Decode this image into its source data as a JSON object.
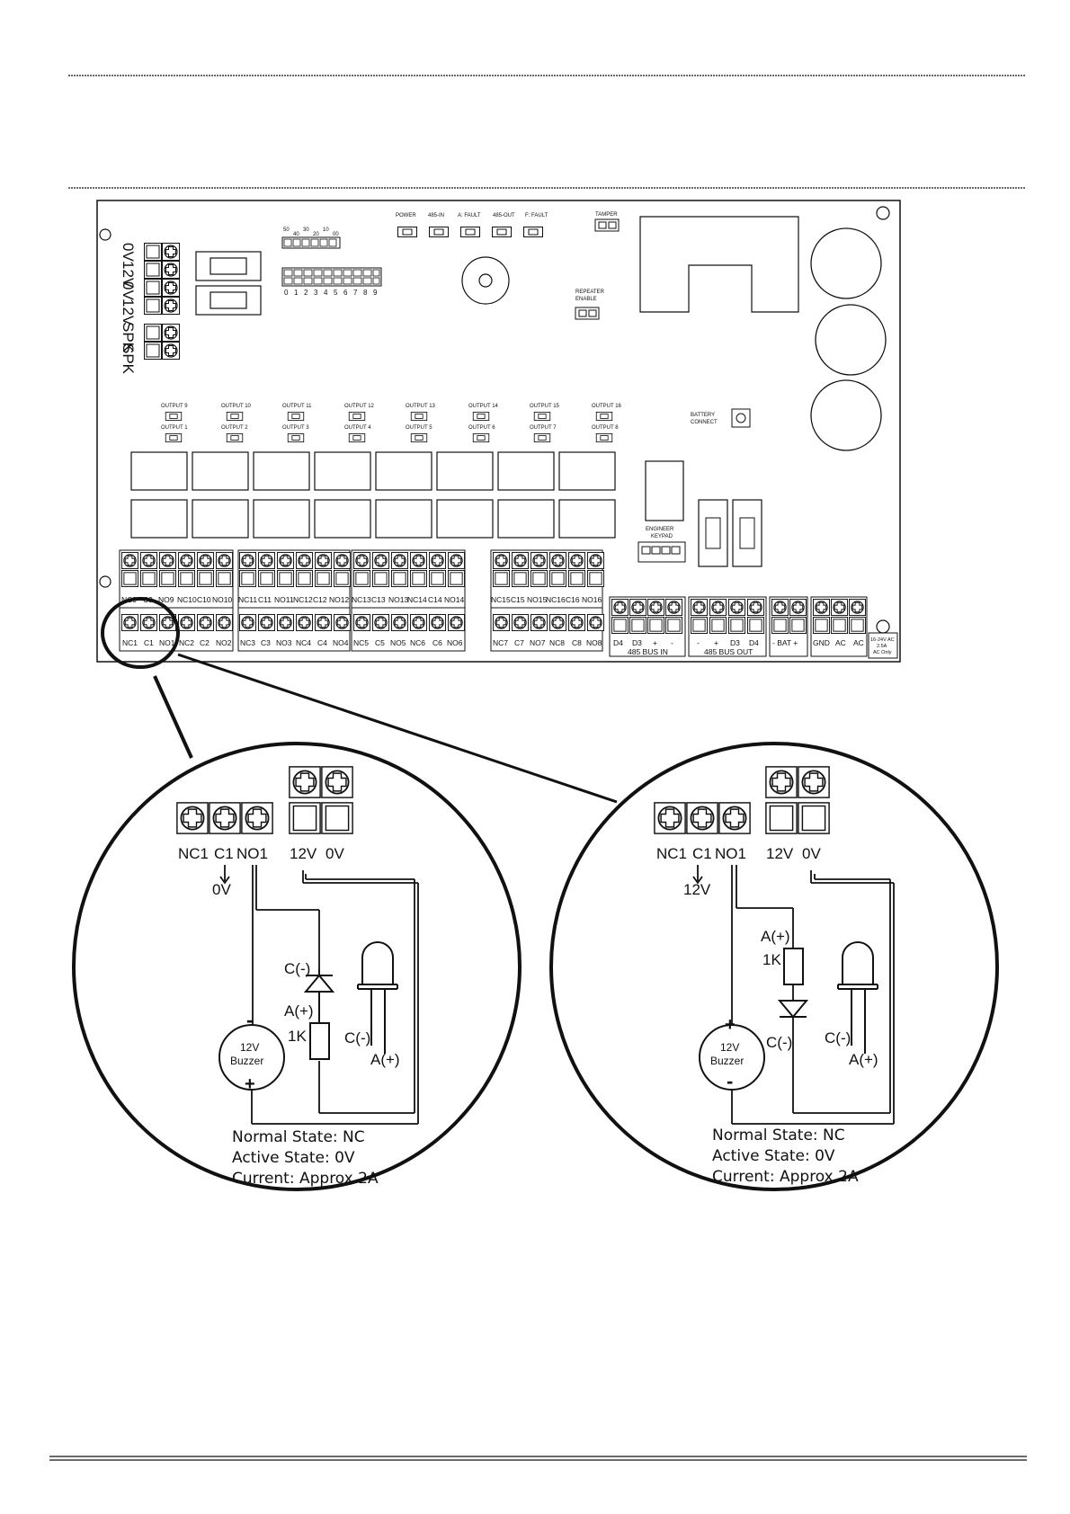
{
  "board": {
    "led_labels": [
      "POWER",
      "485-IN",
      "A: FAULT",
      "485-OUT",
      "F: FAULT"
    ],
    "tamper_label": "TAMPER",
    "repeater_lines": [
      "REPEATER",
      "ENABLE"
    ],
    "dip_top_labels": [
      "50",
      "40",
      "30",
      "20",
      "10",
      "00"
    ],
    "dip_bottom_labels": [
      "0",
      "1",
      "2",
      "3",
      "4",
      "5",
      "6",
      "7",
      "8",
      "9"
    ],
    "power_terminals": [
      "0V",
      "12V",
      "0V",
      "12V"
    ],
    "speaker_terminals": [
      "SPK",
      "SPK"
    ],
    "outputs_top": [
      "OUTPUT 9",
      "OUTPUT 10",
      "OUTPUT 11",
      "OUTPUT 12",
      "OUTPUT 13",
      "OUTPUT 14",
      "OUTPUT 15",
      "OUTPUT 16"
    ],
    "outputs_bottom": [
      "OUTPUT 1",
      "OUTPUT 2",
      "OUTPUT 3",
      "OUTPUT 4",
      "OUTPUT 5",
      "OUTPUT 6",
      "OUTPUT 7",
      "OUTPUT 8"
    ],
    "battery_lines": [
      "BATTERY",
      "CONNECT"
    ],
    "engineer_lines": [
      "ENGINEER",
      "KEYPAD"
    ],
    "upper_terminals": [
      [
        "NC9",
        "C9",
        "NO9",
        "NC10",
        "C10",
        "NO10"
      ],
      [
        "NC11",
        "C11",
        "NO11",
        "NC12",
        "C12",
        "NO12"
      ],
      [
        "NC13",
        "C13",
        "NO13",
        "NC14",
        "C14",
        "NO14"
      ],
      [
        "NC15",
        "C15",
        "NO15",
        "NC16",
        "C16",
        "NO16"
      ]
    ],
    "lower_terminals": [
      [
        "NC1",
        "C1",
        "NO1",
        "NC2",
        "C2",
        "NO2"
      ],
      [
        "NC3",
        "C3",
        "NO3",
        "NC4",
        "C4",
        "NO4"
      ],
      [
        "NC5",
        "C5",
        "NO5",
        "NC6",
        "C6",
        "NO6"
      ],
      [
        "NC7",
        "C7",
        "NO7",
        "NC8",
        "C8",
        "NO8"
      ]
    ],
    "bus_in_terminals": [
      "D4",
      "D3",
      "+",
      "-"
    ],
    "bus_in_label": "485 BUS IN",
    "bus_out_terminals": [
      "-",
      "+",
      "D3",
      "D4"
    ],
    "bus_out_label": "485 BUS OUT",
    "battery_terminals": "- BAT +",
    "ac_terminals": [
      "GND",
      "AC",
      "AC"
    ],
    "ac_note_lines": [
      "16-24V AC",
      "2.5A",
      "AC Only"
    ]
  },
  "left_circle": {
    "relay_terms": [
      "NC1",
      "C1",
      "NO1"
    ],
    "power_terms": [
      "12V",
      "0V"
    ],
    "c1_arrow_label": "0V",
    "diode_c": "C(-)",
    "diode_a": "A(+)",
    "resistor": "1K",
    "led_c": "C(-)",
    "led_a": "A(+)",
    "buzzer_lines": [
      "12V",
      "Buzzer"
    ],
    "buzzer_top_sign": "-",
    "buzzer_bottom_sign": "+",
    "notes": [
      "Normal State: NC",
      "Active State: 0V",
      "Current: Approx 2A"
    ]
  },
  "right_circle": {
    "relay_terms": [
      "NC1",
      "C1",
      "NO1"
    ],
    "power_terms": [
      "12V",
      "0V"
    ],
    "c1_arrow_label": "12V",
    "resistor_a": "A(+)",
    "resistor": "1K",
    "diode_c": "C(-)",
    "led_c": "C(-)",
    "led_a": "A(+)",
    "buzzer_lines": [
      "12V",
      "Buzzer"
    ],
    "buzzer_top_sign": "+",
    "buzzer_bottom_sign": "-",
    "notes": [
      "Normal State: NC",
      "Active State: 0V",
      "Current: Approx 2A"
    ]
  }
}
